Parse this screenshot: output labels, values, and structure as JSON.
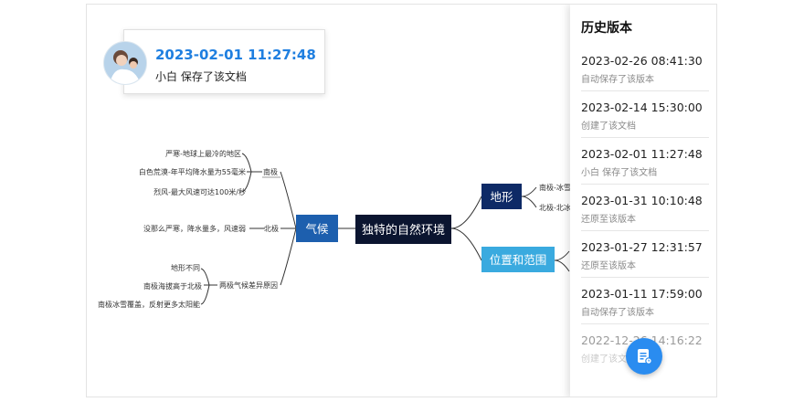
{
  "card": {
    "time": "2023-02-01 11:27:48",
    "desc": "小白 保存了该文档"
  },
  "mindmap": {
    "root": "独特的自然环境",
    "climate": "气候",
    "terrain": "地形",
    "location": "位置和范围",
    "south_pole": "南极",
    "north_pole": "北极",
    "two_poles_reason": "两极气候差异原因",
    "leaf_cold": "严寒-地球上最冷的地区",
    "leaf_desert": "白色荒漠-年平均降水量为55毫米",
    "leaf_wind": "烈风-最大风速可达100米/秒",
    "leaf_north": "没那么严寒，降水量多，风速弱",
    "leaf_terrain_diff": "地形不同",
    "leaf_altitude": "南极海拔高于北极",
    "leaf_ice": "南极冰雪覆盖，反射更多太阳能",
    "terrain_south": "南极-冰雪",
    "terrain_north": "北极-北冰"
  },
  "panel": {
    "title": "历史版本",
    "versions": [
      {
        "time": "2023-02-26 08:41:30",
        "desc": "自动保存了该版本"
      },
      {
        "time": "2023-02-14 15:30:00",
        "desc": "创建了该文档"
      },
      {
        "time": "2023-02-01 11:27:48",
        "desc": "小白 保存了该文档"
      },
      {
        "time": "2023-01-31 10:10:48",
        "desc": "还原至该版本"
      },
      {
        "time": "2023-01-27 12:31:57",
        "desc": "还原至该版本"
      },
      {
        "time": "2023-01-11 17:59:00",
        "desc": "自动保存了该版本"
      },
      {
        "time": "2022-12-26 14:16:22",
        "desc": "创建了该文档"
      }
    ]
  },
  "colors": {
    "accent": "#1f7fe0",
    "root_bg": "#0b1530",
    "climate_bg": "#1d5fae",
    "terrain_bg": "#0e2a66",
    "location_bg": "#3aaadf",
    "fab": "#2a8cf0"
  },
  "icons": {
    "fab": "document-history-icon",
    "avatar": "user-avatar"
  }
}
